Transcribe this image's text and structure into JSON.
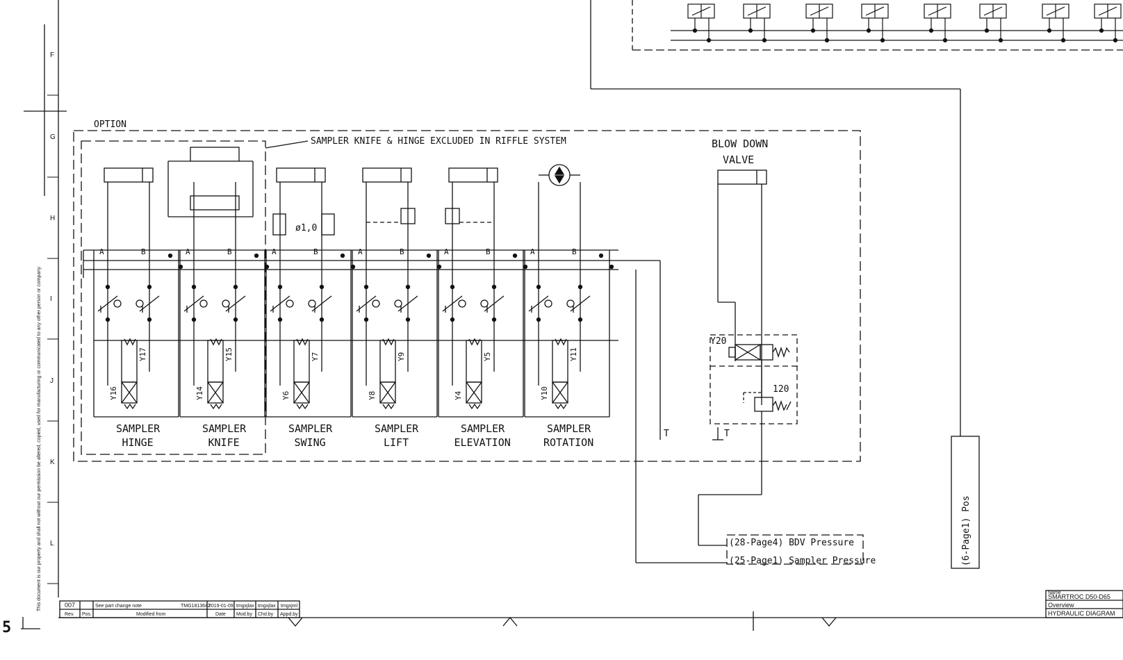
{
  "option_label": "OPTION",
  "note": "SAMPLER KNIFE & HINGE EXCLUDED IN RIFFLE SYSTEM",
  "blow_down": {
    "line1": "BLOW DOWN",
    "line2": "VALVE",
    "solenoid": "Y20",
    "relief_value": "120",
    "tank": "T"
  },
  "orifice_label": "ø1,0",
  "tank_label": "T",
  "port_a": "A",
  "port_b": "B",
  "sections": [
    {
      "name1": "SAMPLER",
      "name2": "HINGE",
      "sol_a": "Y17",
      "sol_b": "Y16"
    },
    {
      "name1": "SAMPLER",
      "name2": "KNIFE",
      "sol_a": "Y15",
      "sol_b": "Y14"
    },
    {
      "name1": "SAMPLER",
      "name2": "SWING",
      "sol_a": "Y7",
      "sol_b": "Y6"
    },
    {
      "name1": "SAMPLER",
      "name2": "LIFT",
      "sol_a": "Y9",
      "sol_b": "Y8"
    },
    {
      "name1": "SAMPLER",
      "name2": "ELEVATION",
      "sol_a": "Y5",
      "sol_b": "Y4"
    },
    {
      "name1": "SAMPLER",
      "name2": "ROTATION",
      "sol_a": "Y11",
      "sol_b": "Y10"
    }
  ],
  "refs": {
    "bdv": "(28-Page4) BDV Pressure",
    "sampler": "(25-Page1) Sampler Pressure",
    "pos": "(6-Page1) Pos"
  },
  "grid_rows": [
    "F",
    "G",
    "H",
    "I",
    "J",
    "K",
    "L"
  ],
  "page_marker": "5",
  "disclaimer": "This document is our property and shall not without our permission be altered, copied, used for manufacturing or communicated to any other person or company.",
  "revision": {
    "rev": "007",
    "note": "See part change note",
    "modified_from": "TMG1813642",
    "date": "2019-01-09",
    "mod_by": "tmgxjlax",
    "chd_by": "tmgxjlax",
    "appd_by": "tmgxjml",
    "headers": [
      "Rev.",
      "Pos.",
      "Modified from",
      "Date",
      "Mod.by",
      "Chd.by",
      "Appd.by"
    ]
  },
  "title_block": {
    "name_label": "Name",
    "name": "SMARTROC D50-D65",
    "line2": "Overview",
    "line3": "HYDRAULIC DIAGRAM"
  }
}
